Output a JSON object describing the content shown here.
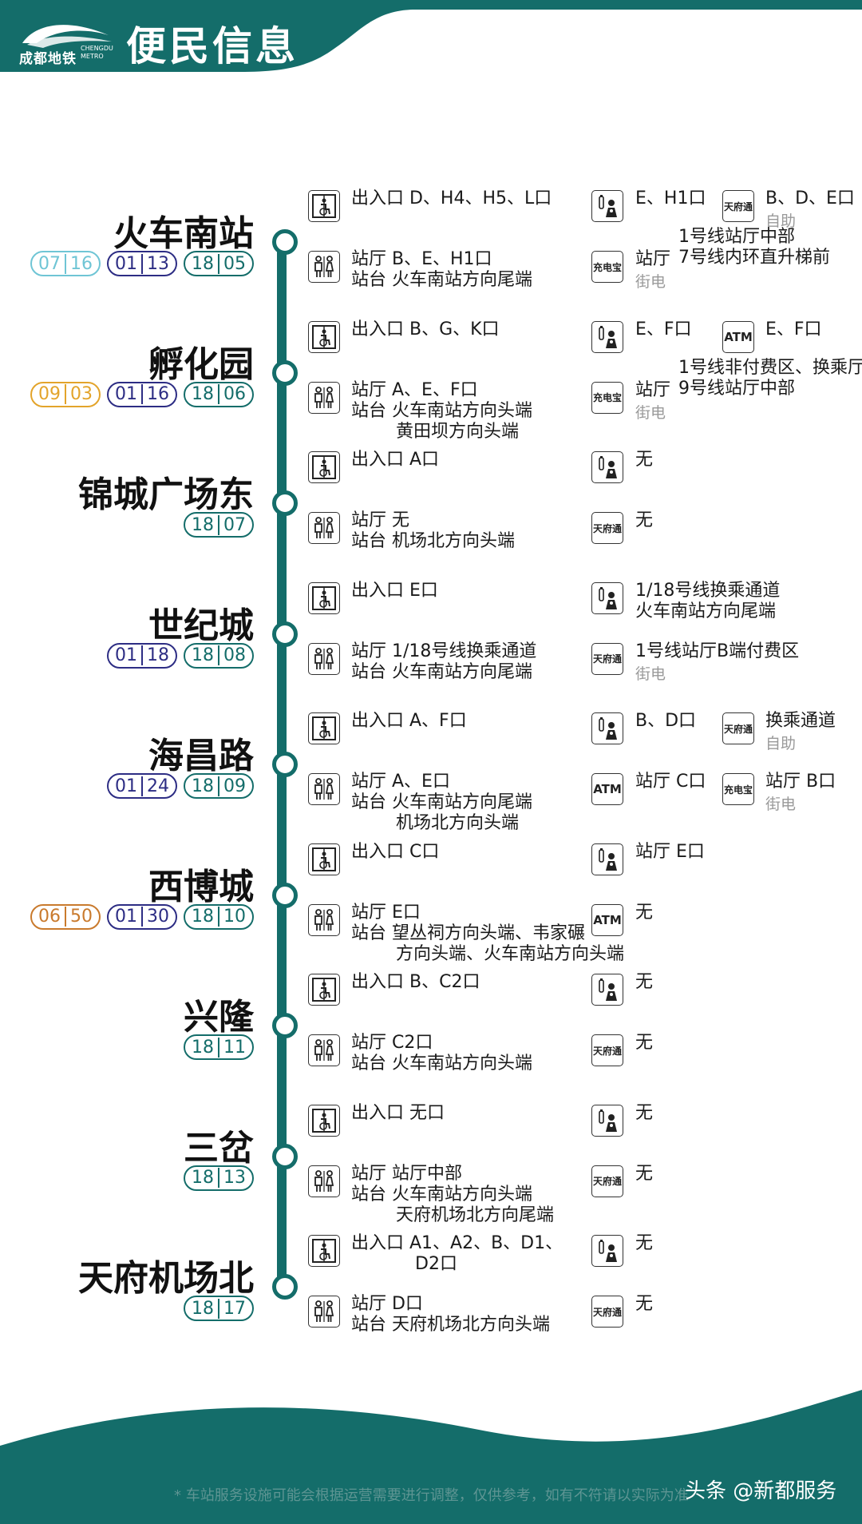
{
  "header": {
    "brand_name": "成都地铁",
    "brand_en": "CHENGDU METRO",
    "title": "便民信息"
  },
  "colors": {
    "primary": "#146d6a",
    "line07": "#6fc5d5",
    "line09": "#e3a42b",
    "line06": "#c97a2d",
    "line01": "#2d2d84",
    "line18": "#146d6a"
  },
  "icons": {
    "elevator": "accessible-elevator-icon",
    "toilet": "restroom-icon",
    "mother_baby": "mother-baby-room-icon",
    "tianfutong": "天府通",
    "powerbank": "充电宝",
    "atm": "ATM"
  },
  "stations": [
    {
      "name": "火车南站",
      "badges": [
        [
          "07",
          "16"
        ],
        [
          "01",
          "13"
        ],
        [
          "18",
          "05"
        ]
      ],
      "elevator": "出入口 D、H4、H5、L口",
      "toilet": [
        "站厅 B、E、H1口",
        "站台 火车南站方向尾端"
      ],
      "mother": "E、H1口",
      "tft": "B、D、E口",
      "tft_sub": "自助",
      "power_a": "站厅",
      "power_sub": "街电",
      "power_b": [
        "1号线站厅中部",
        "7号线内环直升梯前"
      ]
    },
    {
      "name": "孵化园",
      "badges": [
        [
          "09",
          "03"
        ],
        [
          "01",
          "16"
        ],
        [
          "18",
          "06"
        ]
      ],
      "elevator": "出入口 B、G、K口",
      "toilet": [
        "站厅 A、E、F口",
        "站台 火车南站方向头端",
        "黄田坝方向头端"
      ],
      "mother": "E、F口",
      "atm": "E、F口",
      "power_a": "站厅",
      "power_sub": "街电",
      "power_b": [
        "1号线非付费区、换乘厅",
        "9号线站厅中部"
      ]
    },
    {
      "name": "锦城广场东",
      "badges": [
        [
          "18",
          "07"
        ]
      ],
      "elevator": "出入口 A口",
      "toilet": [
        "站厅 无",
        "站台 机场北方向头端"
      ],
      "mother": "无",
      "tft": "无"
    },
    {
      "name": "世纪城",
      "badges": [
        [
          "01",
          "18"
        ],
        [
          "18",
          "08"
        ]
      ],
      "elevator": "出入口 E口",
      "toilet": [
        "站厅 1/18号线换乘通道",
        "站台 火车南站方向尾端"
      ],
      "mother": [
        "1/18号线换乘通道",
        "火车南站方向尾端"
      ],
      "tft": "1号线站厅B端付费区",
      "tft_sub": "街电"
    },
    {
      "name": "海昌路",
      "badges": [
        [
          "01",
          "24"
        ],
        [
          "18",
          "09"
        ]
      ],
      "elevator": "出入口 A、F口",
      "toilet": [
        "站厅 A、E口",
        "站台 火车南站方向尾端",
        "机场北方向头端"
      ],
      "mother": "B、D口",
      "tft": "换乘通道",
      "tft_sub": "自助",
      "atm": "站厅 C口",
      "power": "站厅 B口",
      "power_sub": "街电"
    },
    {
      "name": "西博城",
      "badges": [
        [
          "06",
          "50"
        ],
        [
          "01",
          "30"
        ],
        [
          "18",
          "10"
        ]
      ],
      "elevator": "出入口 C口",
      "toilet": [
        "站厅 E口",
        "站台 望丛祠方向头端、韦家碾",
        "方向头端、火车南站方向头端"
      ],
      "mother": "站厅 E口",
      "atm": "无"
    },
    {
      "name": "兴隆",
      "badges": [
        [
          "18",
          "11"
        ]
      ],
      "elevator": "出入口 B、C2口",
      "toilet": [
        "站厅 C2口",
        "站台 火车南站方向头端"
      ],
      "mother": "无",
      "tft": "无"
    },
    {
      "name": "三岔",
      "badges": [
        [
          "18",
          "13"
        ]
      ],
      "elevator": "出入口 无口",
      "toilet": [
        "站厅 站厅中部",
        "站台 火车南站方向头端",
        "天府机场北方向尾端"
      ],
      "mother": "无",
      "tft": "无"
    },
    {
      "name": "天府机场北",
      "badges": [
        [
          "18",
          "17"
        ]
      ],
      "elevator": [
        "出入口 A1、A2、B、D1、",
        "D2口"
      ],
      "toilet": [
        "站厅 D口",
        "站台 天府机场北方向头端"
      ],
      "mother": "无",
      "tft": "无"
    }
  ],
  "footer": {
    "note": "* 车站服务设施可能会根据运营需要进行调整，仅供参考，如有不符请以实际为准",
    "watermark": "头条 @新都服务"
  }
}
